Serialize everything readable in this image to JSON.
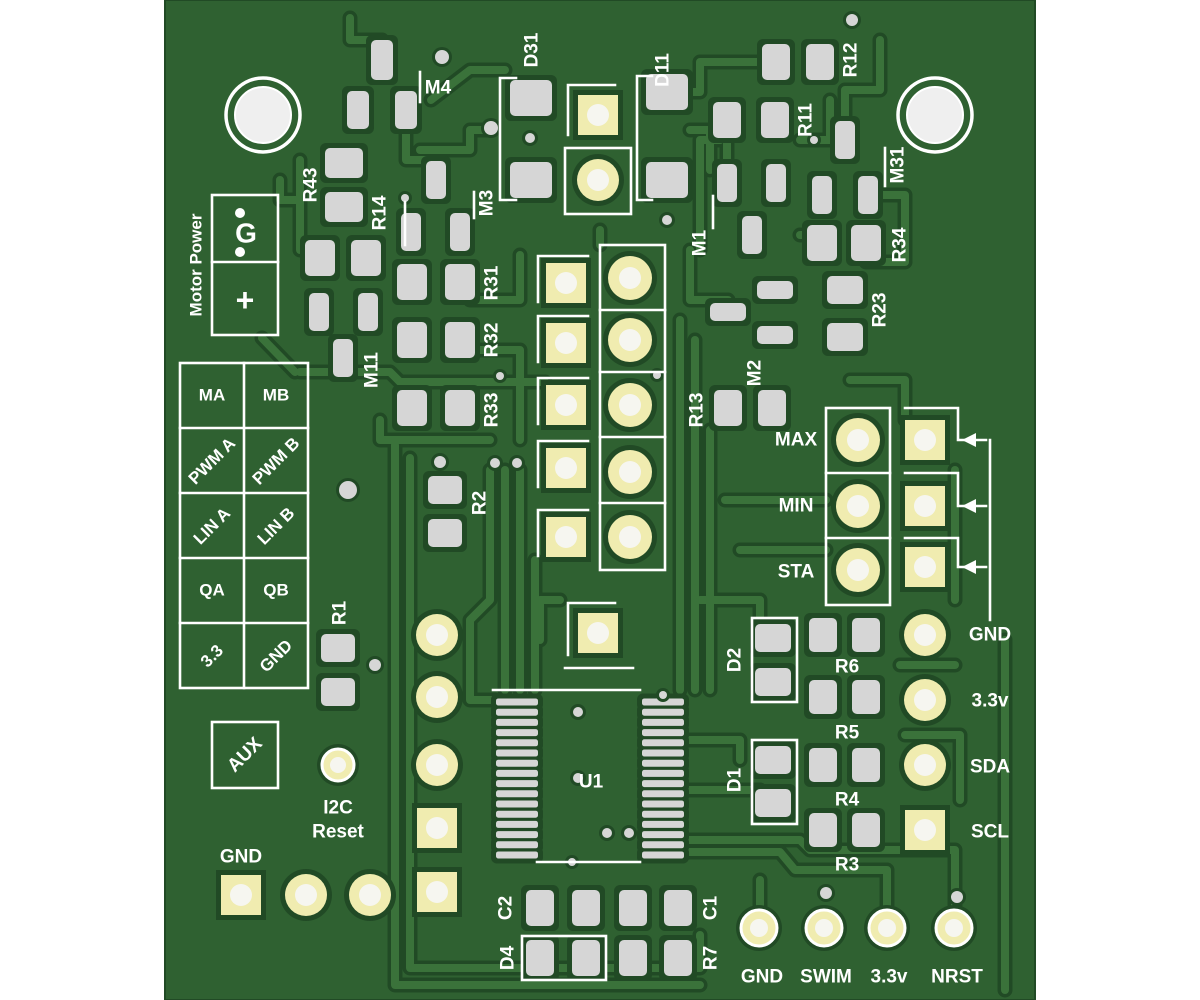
{
  "colors": {
    "background": "#ffffff",
    "pour": "#2f6131",
    "copper": "#3a723a",
    "clearance": "#214a25",
    "silk": "#ffffff",
    "smd": "#d6d6d6",
    "th": "#f0ecb0",
    "drill": "#f6f6f0"
  },
  "designators": {
    "d31": "D31",
    "d11": "D11",
    "r12": "R12",
    "m4": "M4",
    "r11": "R11",
    "m31": "M31",
    "r43": "R43",
    "r14": "R14",
    "m3": "M3",
    "m1": "M1",
    "r34": "R34",
    "r31": "R31",
    "r23": "R23",
    "r32": "R32",
    "m2": "M2",
    "m11": "M11",
    "r33": "R33",
    "r13": "R13",
    "r2": "R2",
    "r1": "R1",
    "d2": "D2",
    "r6": "R6",
    "r5": "R5",
    "u1": "U1",
    "d1": "D1",
    "r4": "R4",
    "r3": "R3",
    "c2": "C2",
    "c1": "C1",
    "d4": "D4",
    "r7": "R7"
  },
  "motor_power": {
    "title": "Motor Power",
    "ground": "G",
    "positive": "+"
  },
  "motor_pin_table": [
    [
      "MA",
      "MB"
    ],
    [
      "PWM A",
      "PWM B"
    ],
    [
      "LIN A",
      "LIN B"
    ],
    [
      "QA",
      "QB"
    ],
    [
      "3.3",
      "GND"
    ]
  ],
  "limit_header": [
    "MAX",
    "MIN",
    "STA"
  ],
  "i2c_header": [
    "GND",
    "3.3v",
    "SDA",
    "SCL"
  ],
  "aux_label": "AUX",
  "i2c_reset": {
    "line1": "I2C",
    "line2": "Reset"
  },
  "power_header_label": "GND",
  "swim_header": [
    "GND",
    "SWIM",
    "3.3v",
    "NRST"
  ]
}
